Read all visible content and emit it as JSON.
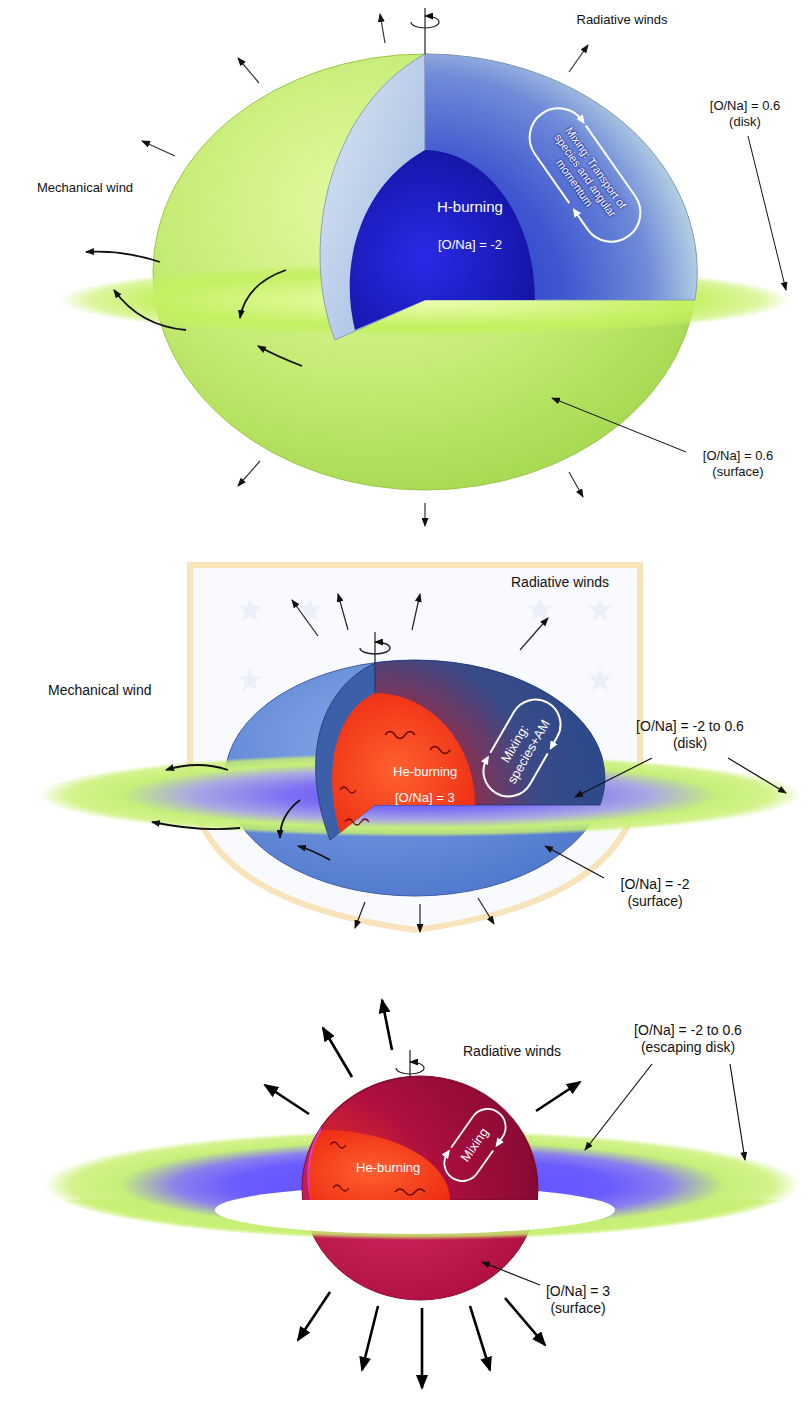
{
  "diagram": {
    "nodes": [
      {
        "text": [
          "Mixing: Transport of species and angular momentum"
        ]
      },
      {
        "text": [
          "H-burning",
          "[O/Na] = -2"
        ],
        "in": 0
      },
      {
        "text": [
          "Mixing: species+AM"
        ]
      },
      {
        "text": [
          "He-burning",
          "[O/Na] = 3"
        ],
        "in": 2
      },
      {
        "text": [
          "Mixing"
        ]
      },
      {
        "text": [
          "He-burning"
        ],
        "in": 4
      }
    ],
    "labels": [
      "Radiative winds",
      "Mechanical wind",
      "[O/Na] = 0.6 (disk)",
      "[O/Na] = 0.6 (surface)",
      "Radiative winds",
      "Mechanical wind",
      "[O/Na] = -2 to 0.6 (disk)",
      "[O/Na] = -2 (surface)",
      "Radiative winds",
      "[O/Na] = -2 to 0.6 (escaping disk)",
      "[O/Na] = 3 (surface)"
    ]
  }
}
